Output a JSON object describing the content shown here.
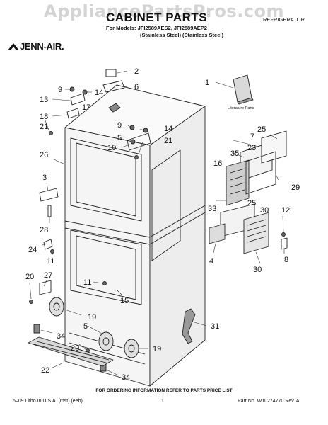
{
  "watermark": "AppliancePartsPros.com",
  "header": {
    "title": "CABINET PARTS",
    "category": "REFRIGERATOR",
    "models_line1": "For Models: JFI2589AES2, JFI2589AEP2",
    "models_line2": "(Stainless Steel) (Stainless Steel)"
  },
  "brand": "JENN-AIR.",
  "literature_label": "Literature Parts",
  "callouts": [
    {
      "id": "c2",
      "label": "2"
    },
    {
      "id": "c6",
      "label": "6"
    },
    {
      "id": "c1",
      "label": "1"
    },
    {
      "id": "c9a",
      "label": "9"
    },
    {
      "id": "c14a",
      "label": "14"
    },
    {
      "id": "c13",
      "label": "13"
    },
    {
      "id": "c17",
      "label": "17"
    },
    {
      "id": "c18",
      "label": "18"
    },
    {
      "id": "c21a",
      "label": "21"
    },
    {
      "id": "c9b",
      "label": "9"
    },
    {
      "id": "c14b",
      "label": "14"
    },
    {
      "id": "c5a",
      "label": "5"
    },
    {
      "id": "c10",
      "label": "10"
    },
    {
      "id": "c21b",
      "label": "21"
    },
    {
      "id": "c25a",
      "label": "25"
    },
    {
      "id": "c7",
      "label": "7"
    },
    {
      "id": "c23",
      "label": "23"
    },
    {
      "id": "c35",
      "label": "35"
    },
    {
      "id": "c16",
      "label": "16"
    },
    {
      "id": "c29",
      "label": "29"
    },
    {
      "id": "c26",
      "label": "26"
    },
    {
      "id": "c3",
      "label": "3"
    },
    {
      "id": "c25b",
      "label": "25"
    },
    {
      "id": "c33",
      "label": "33"
    },
    {
      "id": "c30a",
      "label": "30"
    },
    {
      "id": "c12",
      "label": "12"
    },
    {
      "id": "c28",
      "label": "28"
    },
    {
      "id": "c24",
      "label": "24"
    },
    {
      "id": "c11a",
      "label": "11"
    },
    {
      "id": "c4",
      "label": "4"
    },
    {
      "id": "c8",
      "label": "8"
    },
    {
      "id": "c30b",
      "label": "30"
    },
    {
      "id": "c20a",
      "label": "20"
    },
    {
      "id": "c27",
      "label": "27"
    },
    {
      "id": "c11b",
      "label": "11"
    },
    {
      "id": "c15",
      "label": "15"
    },
    {
      "id": "c19a",
      "label": "19"
    },
    {
      "id": "c5b",
      "label": "5"
    },
    {
      "id": "c20b",
      "label": "20"
    },
    {
      "id": "c34a",
      "label": "34"
    },
    {
      "id": "c31",
      "label": "31"
    },
    {
      "id": "c19b",
      "label": "19"
    },
    {
      "id": "c22",
      "label": "22"
    },
    {
      "id": "c34b",
      "label": "34"
    }
  ],
  "footer": {
    "note": "FOR ORDERING INFORMATION REFER TO PARTS PRICE LIST",
    "left": "6–09 Litho In U.S.A. (mst) (eeb)",
    "page": "1",
    "right": "Part No. W10274770 Rev. A"
  }
}
